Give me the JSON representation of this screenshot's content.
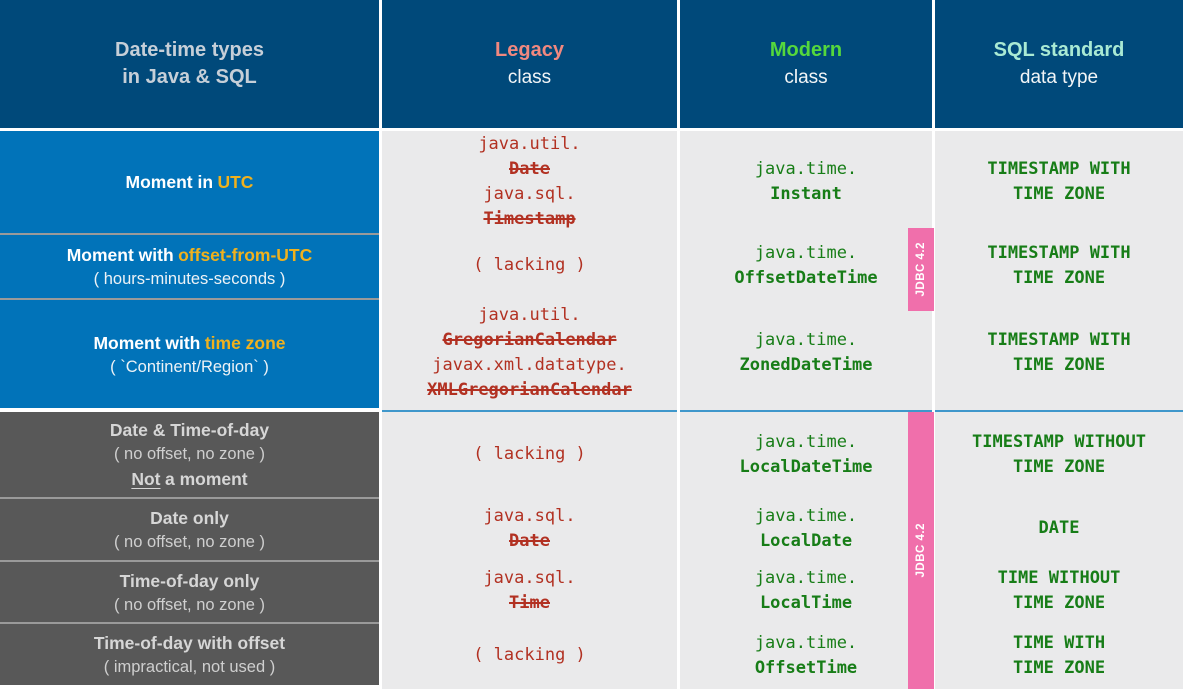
{
  "header": {
    "concept": {
      "line1": "Date-time types",
      "line2": "in Java & SQL"
    },
    "legacy": {
      "line1": "Legacy",
      "line2": "class"
    },
    "modern": {
      "line1": "Modern",
      "line2": "class"
    },
    "sql": {
      "line1": "SQL standard",
      "line2": "data type"
    }
  },
  "badge": {
    "label": "JDBC 4.2"
  },
  "rows": {
    "r1": {
      "concept_main": "Moment in",
      "concept_accent": "UTC",
      "legacy": {
        "pkg1": "java.util.",
        "cls1": "Date",
        "pkg2": "java.sql.",
        "cls2": "Timestamp"
      },
      "modern": {
        "pkg": "java.time.",
        "cls": "Instant"
      },
      "sql1": "TIMESTAMP WITH",
      "sql2": "TIME ZONE"
    },
    "r2": {
      "concept_main": "Moment with",
      "concept_accent": "offset-from-UTC",
      "concept_sub": "( hours-minutes-seconds )",
      "legacy_lacking": "( lacking )",
      "modern": {
        "pkg": "java.time.",
        "cls": "OffsetDateTime"
      },
      "sql1": "TIMESTAMP WITH",
      "sql2": "TIME ZONE"
    },
    "r3": {
      "concept_main": "Moment with",
      "concept_accent": "time zone",
      "concept_sub": "( `Continent/Region` )",
      "legacy": {
        "pkg1": "java.util.",
        "cls1": "GregorianCalendar",
        "pkg2": "javax.xml.datatype.",
        "cls2": "XMLGregorianCalendar"
      },
      "modern": {
        "pkg": "java.time.",
        "cls": "ZonedDateTime"
      },
      "sql1": "TIMESTAMP WITH",
      "sql2": "TIME ZONE"
    },
    "r4": {
      "concept_main": "Date & Time-of-day",
      "concept_sub": "( no offset, no zone )",
      "concept_note_u": "Not",
      "concept_note": "a moment",
      "legacy_lacking": "( lacking )",
      "modern": {
        "pkg": "java.time.",
        "cls": "LocalDateTime"
      },
      "sql1": "TIMESTAMP WITHOUT",
      "sql2": "TIME ZONE"
    },
    "r5": {
      "concept_main": "Date only",
      "concept_sub": "( no offset, no zone )",
      "legacy": {
        "pkg1": "java.sql.",
        "cls1": "Date"
      },
      "modern": {
        "pkg": "java.time.",
        "cls": "LocalDate"
      },
      "sql1": "DATE"
    },
    "r6": {
      "concept_main": "Time-of-day only",
      "concept_sub": "( no offset, no zone )",
      "legacy": {
        "pkg1": "java.sql.",
        "cls1": "Time"
      },
      "modern": {
        "pkg": "java.time.",
        "cls": "LocalTime"
      },
      "sql1": "TIME WITHOUT",
      "sql2": "TIME ZONE"
    },
    "r7": {
      "concept_main": "Time-of-day with offset",
      "concept_sub": "( impractical, not used )",
      "legacy_lacking": "( lacking )",
      "modern": {
        "pkg": "java.time.",
        "cls": "OffsetTime"
      },
      "sql1": "TIME WITH",
      "sql2": "TIME ZONE"
    }
  },
  "colors": {
    "header_bg": "#00497a",
    "blue_row_bg": "#0173b9",
    "gray_row_bg": "#585858",
    "cell_bg": "#eaeaeb",
    "accent_yellow": "#f0b11d",
    "legacy_red": "#b23122",
    "modern_green": "#177d17",
    "badge_pink": "#f06fab",
    "legacy_header": "#f1887f",
    "modern_header": "#55d83c",
    "sql_header": "#a9ead4",
    "section_divider_blue": "#3f97cb"
  }
}
